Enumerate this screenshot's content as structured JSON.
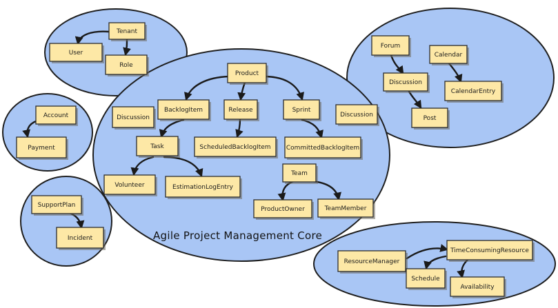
{
  "diagram": {
    "core_label": "Agile Project Management Core",
    "contexts": [
      {
        "id": "identity",
        "nodes": [
          "Tenant",
          "User",
          "Role"
        ]
      },
      {
        "id": "collaboration",
        "nodes": [
          "Forum",
          "Calendar",
          "Discussion",
          "CalendarEntry",
          "Post"
        ]
      },
      {
        "id": "billing",
        "nodes": [
          "Account",
          "Payment"
        ]
      },
      {
        "id": "support",
        "nodes": [
          "SupportPlan",
          "Incident"
        ]
      },
      {
        "id": "core",
        "nodes": [
          "Product",
          "Discussion",
          "BacklogItem",
          "Release",
          "Sprint",
          "Discussion",
          "Task",
          "ScheduledBacklogItem",
          "CommittedBacklogItem",
          "Volunteer",
          "EstimationLogEntry",
          "Team",
          "ProductOwner",
          "TeamMember"
        ]
      },
      {
        "id": "resources",
        "nodes": [
          "ResourceManager",
          "TimeConsumingResource",
          "Schedule",
          "Availability"
        ]
      }
    ],
    "colors": {
      "context_fill": "#a9c6f5",
      "node_fill": "#fde8a6",
      "stroke": "#1e1e1e"
    }
  }
}
